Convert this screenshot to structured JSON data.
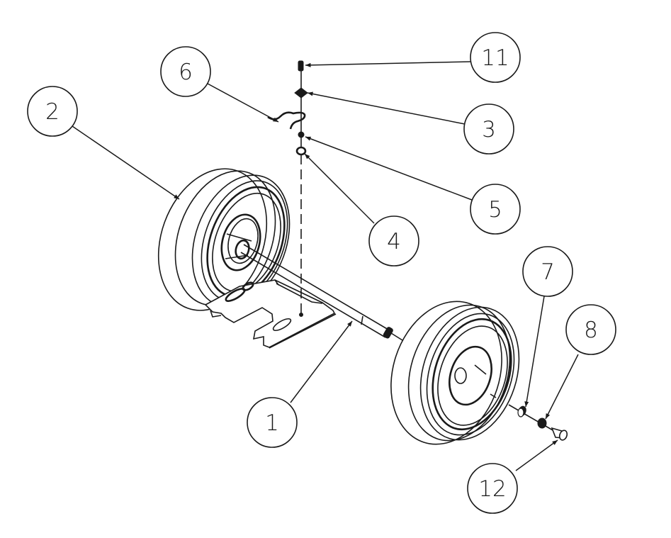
{
  "drawing": {
    "title": "Axle and wheel assembly exploded view",
    "balloons": [
      {
        "id": "b1",
        "label": "1",
        "part": "axle-bracket"
      },
      {
        "id": "b2",
        "label": "2",
        "part": "wheel-left"
      },
      {
        "id": "b3",
        "label": "3",
        "part": "nut"
      },
      {
        "id": "b4",
        "label": "4",
        "part": "washer"
      },
      {
        "id": "b5",
        "label": "5",
        "part": "lock-washer"
      },
      {
        "id": "b6",
        "label": "6",
        "part": "hairpin-clip"
      },
      {
        "id": "b7",
        "label": "7",
        "part": "washer-small"
      },
      {
        "id": "b8",
        "label": "8",
        "part": "lock-washer-small"
      },
      {
        "id": "b11",
        "label": "11",
        "part": "bolt-top"
      },
      {
        "id": "b12",
        "label": "12",
        "part": "axle-bolt"
      }
    ]
  }
}
